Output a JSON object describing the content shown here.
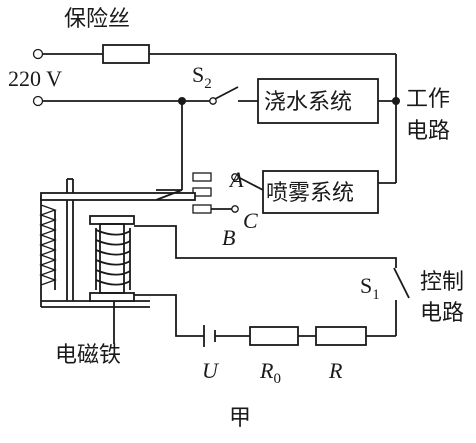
{
  "diagram": {
    "fuse_label": "保险丝",
    "voltage_label": "220 V",
    "switch_s2": {
      "letter": "S",
      "sub": "2"
    },
    "watering_system": "浇水系统",
    "spray_system": "喷雾系统",
    "working_circuit": [
      "工作",
      "电路"
    ],
    "control_circuit": [
      "控制",
      "电路"
    ],
    "switch_s1": {
      "letter": "S",
      "sub": "1"
    },
    "contact_a": "A",
    "contact_b": "B",
    "contact_c": "C",
    "electromagnet_label": "电磁铁",
    "battery_label": "U",
    "resistor_r0": {
      "letter": "R",
      "sub": "0"
    },
    "resistor_r": "R",
    "caption": "甲"
  }
}
